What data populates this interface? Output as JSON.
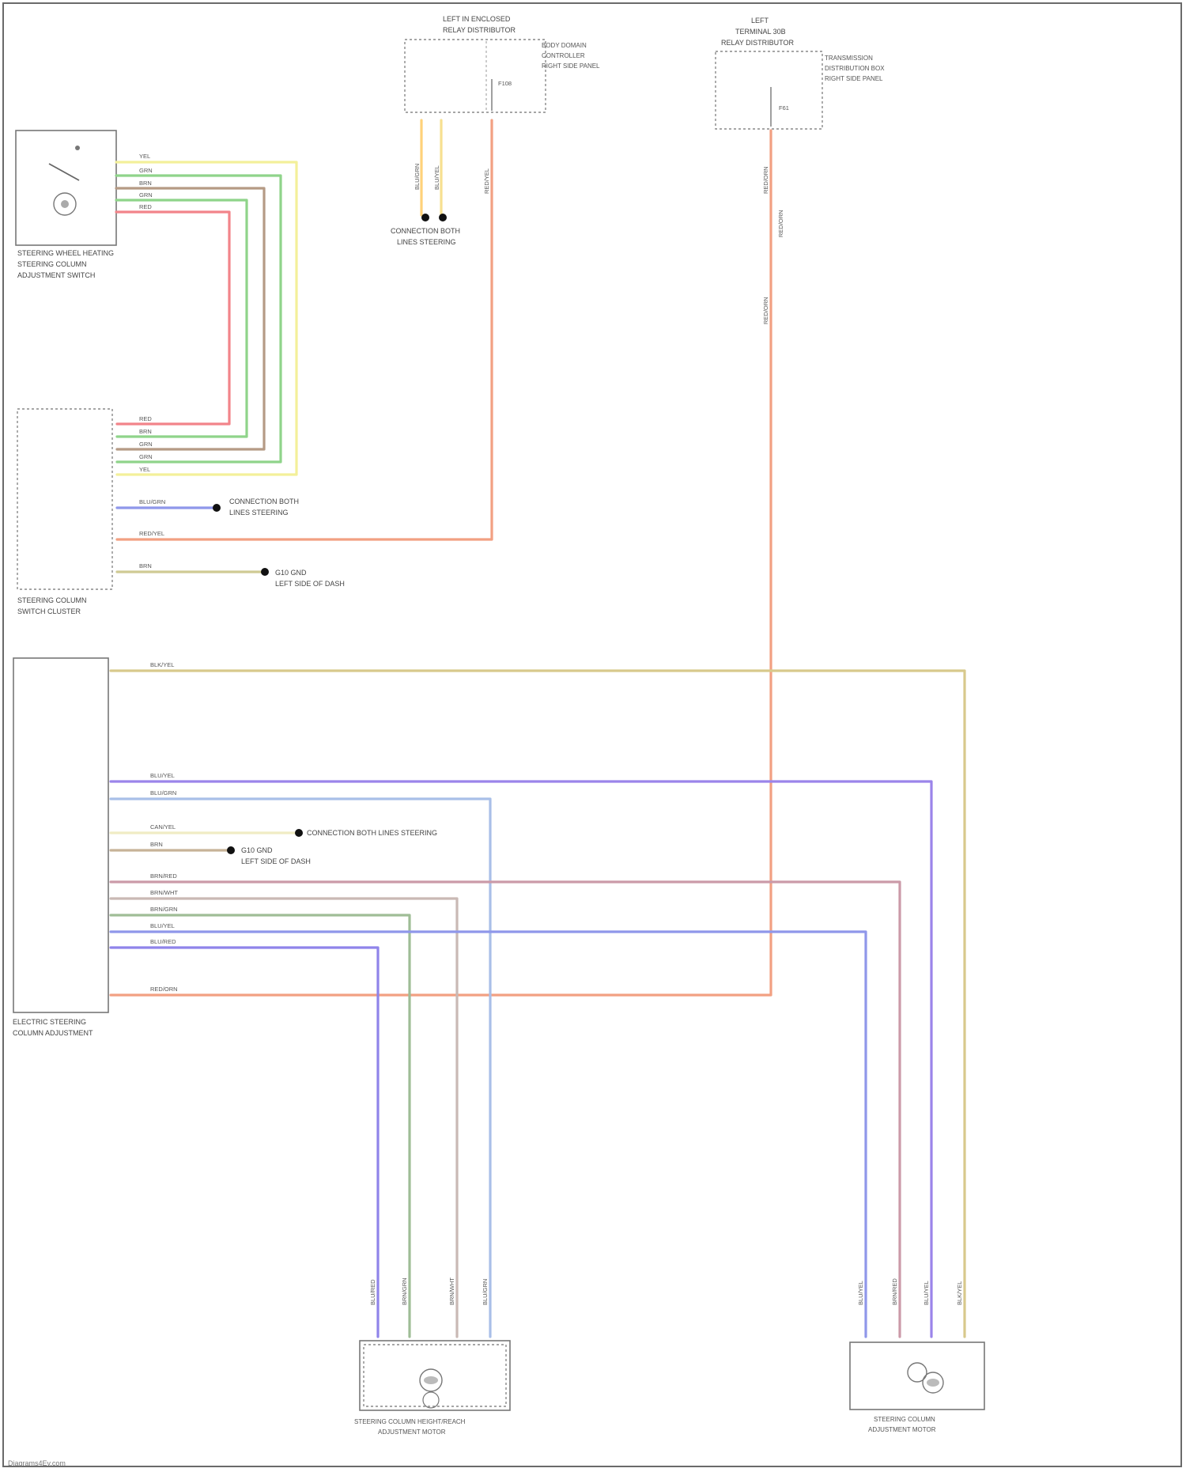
{
  "title": "",
  "watermark": "Diagrams4Ev.com",
  "components": {
    "sw_switch": {
      "name": "STEERING WHEEL HEATING",
      "name2": "STEERING COLUMN",
      "name3": "ADJUSTMENT SWITCH"
    },
    "scs_module": {
      "name": "STEERING COLUMN",
      "name2": "SWITCH CLUSTER"
    },
    "ecs_module": {
      "name": "ELECTRIC STEERING",
      "name2": "COLUMN ADJUSTMENT"
    },
    "fuse_box_top": {
      "name": "LEFT IN ENCLOSED",
      "name2": "RELAY DISTRIBUTOR",
      "side1": "BODY DOMAIN",
      "side2": "CONTROLLER",
      "side3": "RIGHT SIDE PANEL",
      "fuse": "F108"
    },
    "fuse_right": {
      "name": "LEFT",
      "name2": "TERMINAL 30B",
      "name3": "RELAY DISTRIBUTOR",
      "side1": "TRANSMISSION",
      "side2": "DISTRIBUTION BOX",
      "side3": "RIGHT SIDE PANEL",
      "fuse": "F61"
    },
    "motor_left": {
      "name": "STEERING COLUMN HEIGHT/REACH",
      "name2": "ADJUSTMENT MOTOR"
    },
    "motor_right": {
      "name": "STEERING COLUMN",
      "name2": "ADJUSTMENT MOTOR"
    }
  },
  "grounds": {
    "g_top": {
      "name": "CONNECTION BOTH",
      "name2": "LINES STEERING"
    },
    "g_scs_can": {
      "name": "CONNECTION BOTH",
      "name2": "LINES STEERING"
    },
    "g_scs_gnd": {
      "name": "G10 GND",
      "name2": "LEFT SIDE OF DASH"
    },
    "g_ecs_can": {
      "name": "CONNECTION BOTH LINES STEERING"
    },
    "g_ecs_gnd": {
      "name": "G10 GND",
      "name2": "LEFT SIDE OF DASH"
    }
  },
  "wire_labels": {
    "sw_1": "YEL",
    "sw_2": "GRN",
    "sw_3": "BRN",
    "sw_4": "GRN",
    "sw_5": "RED",
    "scs_1": "RED",
    "scs_2": "BRN",
    "scs_3": "GRN",
    "scs_4": "GRN",
    "scs_5": "YEL",
    "scs_can": "BLU/GRN",
    "scs_pwr": "RED/YEL",
    "scs_gnd": "BRN",
    "ecs_1": "BLK/YEL",
    "ecs_8": "BLU/YEL",
    "ecs_9": "BLU/GRN",
    "ecs_10": "CAN/YEL",
    "ecs_11": "BRN",
    "ecs_12": "BRN/RED",
    "ecs_13": "BRN/WHT",
    "ecs_14": "BRN/GRN",
    "ecs_15": "BLU/YEL",
    "ecs_16": "BLU/RED",
    "ecs_pwr": "RED/ORN",
    "top_v1": "BLU/GRN",
    "top_v2": "BLU/YEL",
    "top_v3": "RED/YEL",
    "r_v1": "RED/ORN",
    "r_v2": "RED/ORN",
    "r_v3": "RED/ORN",
    "ml_1": "BLU/RED",
    "ml_2": "BRN/GRN",
    "ml_3": "BRN/WHT",
    "ml_4": "BLU/GRN",
    "mr_1": "BLU/YEL",
    "mr_2": "BRN/RED",
    "mr_3": "BLU/YEL",
    "mr_4": "BLK/YEL"
  },
  "colors": {
    "yellow": "#f3f09a",
    "green": "#8fd48a",
    "brown": "#b59a85",
    "red": "#f2848a",
    "orange": "#f2a082",
    "blue": "#8f97ea",
    "violet": "#9b84ea",
    "olive": "#cfca94",
    "mauve": "#cb9aa8",
    "tan": "#c7b398",
    "sage": "#9fbd96",
    "khaki": "#d8c98c",
    "stroke": "#777777"
  }
}
